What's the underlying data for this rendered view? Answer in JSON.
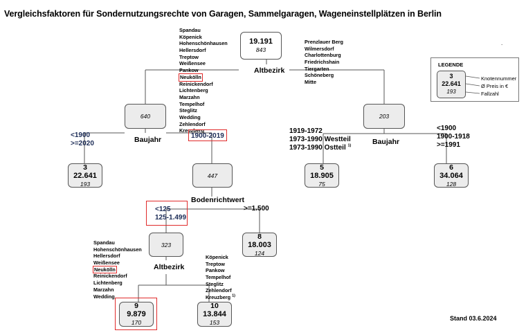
{
  "title": "Vergleichsfaktoren für Sondernutzungsrechte von Garagen, Sammelgaragen, Wageneinstellplätzen in Berlin",
  "colors": {
    "highlight": "#e02a2a",
    "node_fill": "#ececec",
    "line": "#555555",
    "label_navy": "#1a2a55"
  },
  "root": {
    "price": "19.191",
    "count": "843"
  },
  "split_root": {
    "label": "Altbezirk",
    "left_districts": [
      "Spandau",
      "Köpenick",
      "Hohenschönhausen",
      "Hellersdorf",
      "Treptow",
      "Weißensee",
      "Pankow",
      "Neukölln",
      "Reinickendorf",
      "Lichtenberg",
      "Marzahn",
      "Tempelhof",
      "Steglitz",
      "Wedding",
      "Zehlendorf",
      "Kreuzberg"
    ],
    "right_districts": [
      "Prenzlauer Berg",
      "Wilmersdorf",
      "Charlottenburg",
      "Friedrichshain",
      "Tiergarten",
      "Schöneberg",
      "Mitte"
    ]
  },
  "node_640": {
    "count": "640"
  },
  "node_203": {
    "count": "203"
  },
  "split_left": {
    "label": "Baujahr",
    "cond_left": [
      "<1900",
      ">=2020"
    ],
    "cond_right": "1900-2019"
  },
  "split_right": {
    "label": "Baujahr",
    "cond_left": [
      "1919-1972",
      "1973-1990 Westteil",
      "1973-1990 Ostteil"
    ],
    "cond_left_sup": "1)",
    "cond_right": [
      "<1900",
      "1900-1918",
      ">=1991"
    ]
  },
  "node_3": {
    "id": "3",
    "price": "22.641",
    "count": "193"
  },
  "node_447": {
    "count": "447"
  },
  "node_5": {
    "id": "5",
    "price": "18.905",
    "count": "75"
  },
  "node_6": {
    "id": "6",
    "price": "34.064",
    "count": "128"
  },
  "split_boden": {
    "label": "Bodenrichtwert",
    "cond_left": [
      "<125",
      "125-1.499"
    ],
    "cond_right": ">=1.500"
  },
  "node_323": {
    "count": "323"
  },
  "node_8": {
    "id": "8",
    "price": "18.003",
    "count": "124"
  },
  "split_alt2": {
    "label": "Altbezirk",
    "left_districts": [
      "Spandau",
      "Hohenschönhausen",
      "Hellersdorf",
      "Weißensee",
      "Neukölln",
      "Reinickendorf",
      "Lichtenberg",
      "Marzahn",
      "Wedding"
    ],
    "right_districts": [
      "Köpenick",
      "Treptow",
      "Pankow",
      "Tempelhof",
      "Steglitz",
      "Zehlendorf",
      "Kreuzberg"
    ],
    "right_sup": "1)"
  },
  "node_9": {
    "id": "9",
    "price": "9.879",
    "count": "170"
  },
  "node_10": {
    "id": "10",
    "price": "13.844",
    "count": "153"
  },
  "legend": {
    "title": "LEGENDE",
    "id": "3",
    "price": "22.641",
    "count": "193",
    "label_id": "Knotennummer",
    "label_price": "Ø Preis in €",
    "label_count": "Fallzahl"
  },
  "footer": {
    "stand": "Stand 03.6.2024",
    "dot": "."
  }
}
